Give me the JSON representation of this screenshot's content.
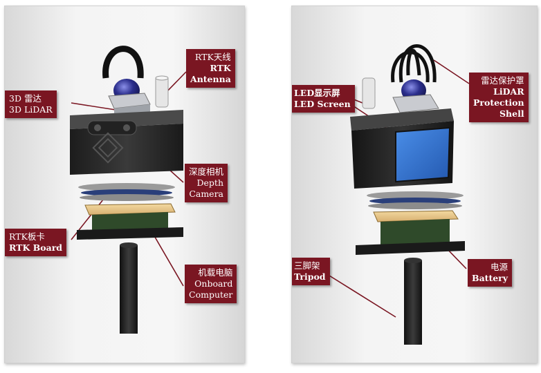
{
  "left": {
    "rtk_antenna": {
      "line1": "RTK天线",
      "line2": "RTK",
      "line3": "Antenna"
    },
    "lidar_3d": {
      "line1": "3D 雷达",
      "line2": "3D LiDAR"
    },
    "depth_camera": {
      "line1": "深度相机",
      "line2": "Depth",
      "line3": "Camera"
    },
    "rtk_board": {
      "line1": "RTK板卡",
      "line2": "RTK Board"
    },
    "onboard_computer": {
      "line1": "机载电脑",
      "line2": "Onboard",
      "line3": "Computer"
    }
  },
  "right": {
    "led_screen": {
      "line1": "LED显示屏",
      "line2": "LED Screen"
    },
    "lidar_shell": {
      "line1": "雷达保护罩",
      "line2": "LiDAR",
      "line3": "Protection",
      "line4": "Shell"
    },
    "tripod": {
      "line1": "三脚架",
      "line2": "Tripod"
    },
    "battery": {
      "line1": "电源",
      "line2": "Battery"
    }
  },
  "colors": {
    "callout": "#7a1622",
    "lidar_dome": "#2b2e8c",
    "screen": "#2f6fd0"
  }
}
